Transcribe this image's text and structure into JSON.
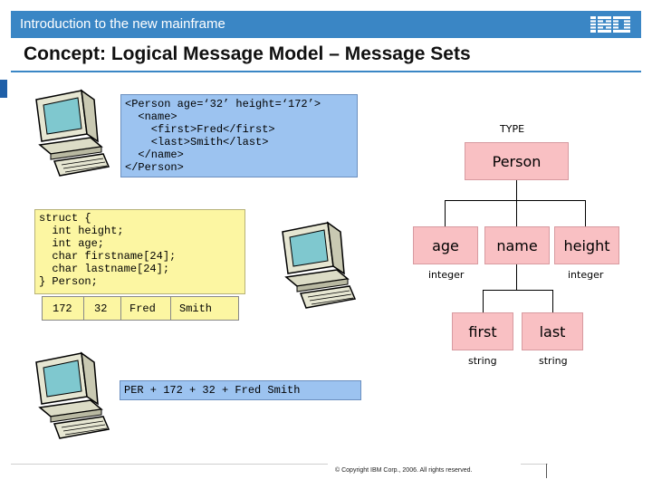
{
  "header": {
    "title": "Introduction to the new mainframe",
    "logo": "IBM"
  },
  "slide": {
    "title": "Concept: Logical Message Model – Message Sets"
  },
  "xml_message": {
    "lines": [
      "<Person age=‘32’ height=‘172’>",
      "  <name>",
      "    <first>Fred</first>",
      "    <last>Smith</last>",
      "  </name>",
      "</Person>"
    ]
  },
  "c_struct": {
    "lines": [
      "struct {",
      "  int height;",
      "  int age;",
      "  char firstname[24];",
      "  char lastname[24];",
      "} Person;"
    ]
  },
  "record": {
    "fields": [
      "172",
      "32",
      "Fred",
      "Smith"
    ]
  },
  "wire_message": {
    "text": "PER + 172 + 32 + Fred Smith"
  },
  "tree": {
    "type_label": "TYPE",
    "root": "Person",
    "children": [
      {
        "label": "age",
        "type": "integer"
      },
      {
        "label": "name",
        "type": ""
      },
      {
        "label": "height",
        "type": "integer"
      }
    ],
    "name_children": [
      {
        "label": "first",
        "type": "string"
      },
      {
        "label": "last",
        "type": "string"
      }
    ]
  },
  "footer": {
    "copyright": "© Copyright IBM Corp., 2006. All rights reserved."
  },
  "colors": {
    "header_blue": "#3a86c5",
    "xml_box": "#9cc3f0",
    "c_box": "#fcf6a2",
    "node_pink": "#f9c0c3"
  },
  "icons": [
    "computer-icon",
    "ibm-logo"
  ]
}
